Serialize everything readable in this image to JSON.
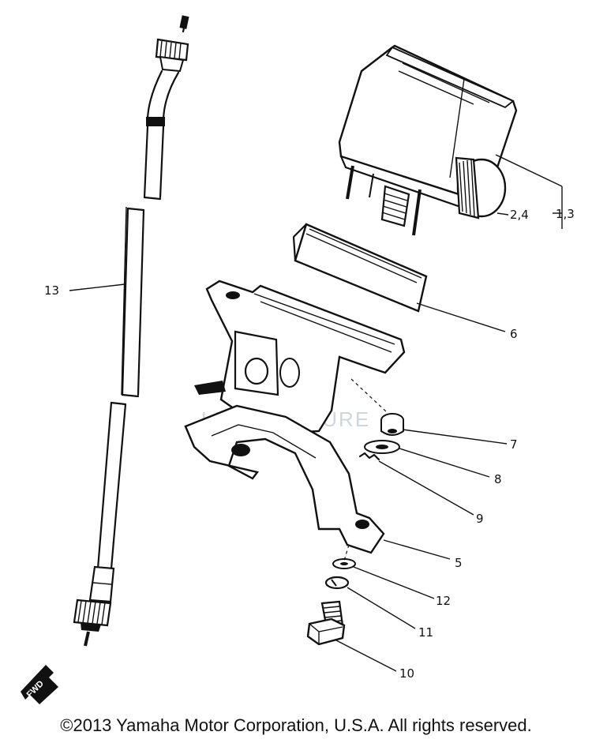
{
  "copyright": "©2013 Yamaha Motor Corporation, U.S.A. All rights reserved.",
  "fwd_label": "FWD",
  "watermark": "LEADVENTURE",
  "callouts": {
    "c13": "13",
    "c1_3": "1,3",
    "c2_4": "2,4",
    "c6": "6",
    "c7": "7",
    "c8": "8",
    "c9": "9",
    "c5": "5",
    "c12": "12",
    "c11": "11",
    "c10": "10"
  }
}
